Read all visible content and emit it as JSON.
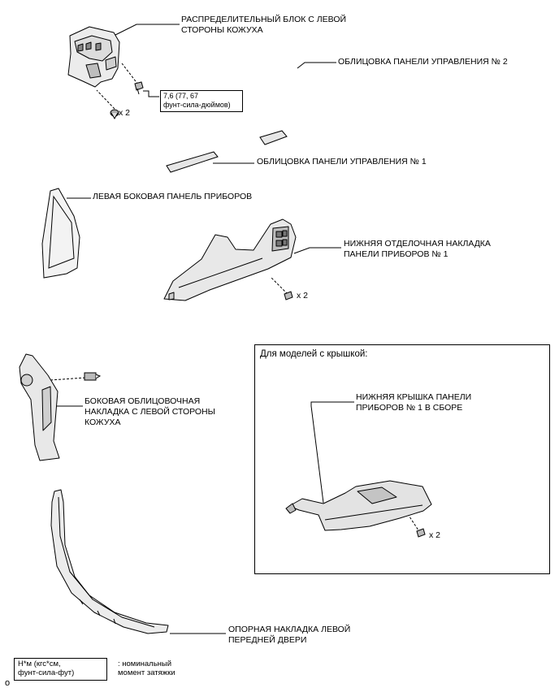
{
  "labels": {
    "junction_block": [
      "РАСПРЕДЕЛИТЕЛЬНЫЙ БЛОК С ЛЕВОЙ",
      "СТОРОНЫ КОЖУХА"
    ],
    "garnish_no2": "ОБЛИЦОВКА ПАНЕЛИ УПРАВЛЕНИЯ № 2",
    "garnish_no1": "ОБЛИЦОВКА ПАНЕЛИ УПРАВЛЕНИЯ № 1",
    "side_panel": "ЛЕВАЯ БОКОВАЯ ПАНЕЛЬ ПРИБОРОВ",
    "lower_finish": [
      "НИЖНЯЯ ОТДЕЛОЧНАЯ НАКЛАДКА",
      "ПАНЕЛИ ПРИБОРОВ № 1"
    ],
    "cowl_side_trim": [
      "БОКОВАЯ ОБЛИЦОВОЧНАЯ",
      "НАКЛАДКА С ЛЕВОЙ СТОРОНЫ",
      "КОЖУХА"
    ],
    "door_scuff": [
      "ОПОРНАЯ НАКЛАДКА ЛЕВОЙ",
      "ПЕРЕДНЕЙ ДВЕРИ"
    ],
    "models_with_cover": "Для моделей с крышкой:",
    "lower_cover": [
      "НИЖНЯЯ КРЫШКА ПАНЕЛИ",
      "ПРИБОРОВ № 1 В СБОРЕ"
    ]
  },
  "quantities": {
    "junction_clips": "x 2",
    "lower_finish_screws": "x 2",
    "lower_cover_screws": "x 2"
  },
  "torque": {
    "value": [
      "7,6 (77, 67",
      "фунт-сила-дюймов)"
    ]
  },
  "legend": {
    "box": [
      "Н*м (кгс*см,",
      "фунт-сила-фут)"
    ],
    "description": [
      ": номинальный",
      "момент затяжки"
    ]
  },
  "footer_mark": "o"
}
